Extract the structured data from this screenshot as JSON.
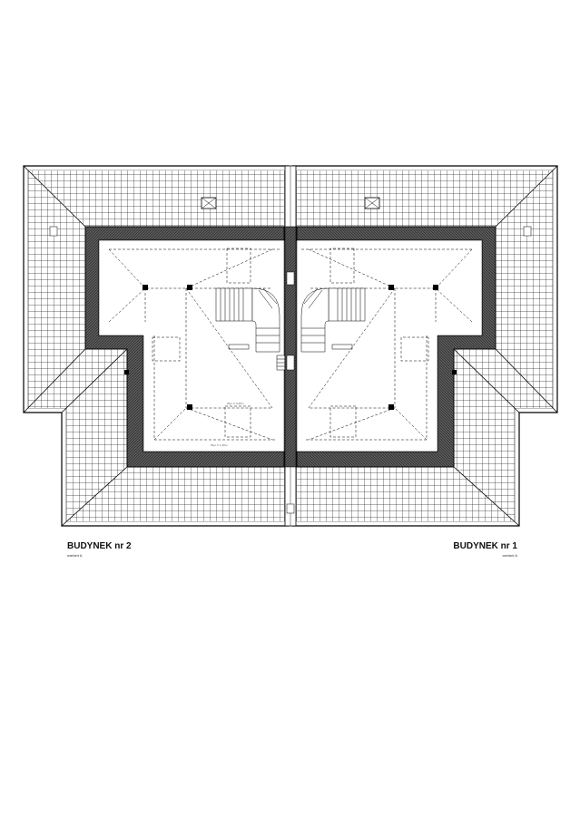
{
  "buildings": [
    {
      "title": "BUDYNEK nr 2",
      "variant": "wariant A"
    },
    {
      "title": "BUDYNEK nr 1",
      "variant": "wariant A"
    }
  ],
  "colors": {
    "line": "#000000",
    "wall_fill": "#3a3a3a",
    "background": "#ffffff"
  },
  "drawing": {
    "type": "roof plan",
    "symmetry": "mirrored semi-detached buildings"
  }
}
